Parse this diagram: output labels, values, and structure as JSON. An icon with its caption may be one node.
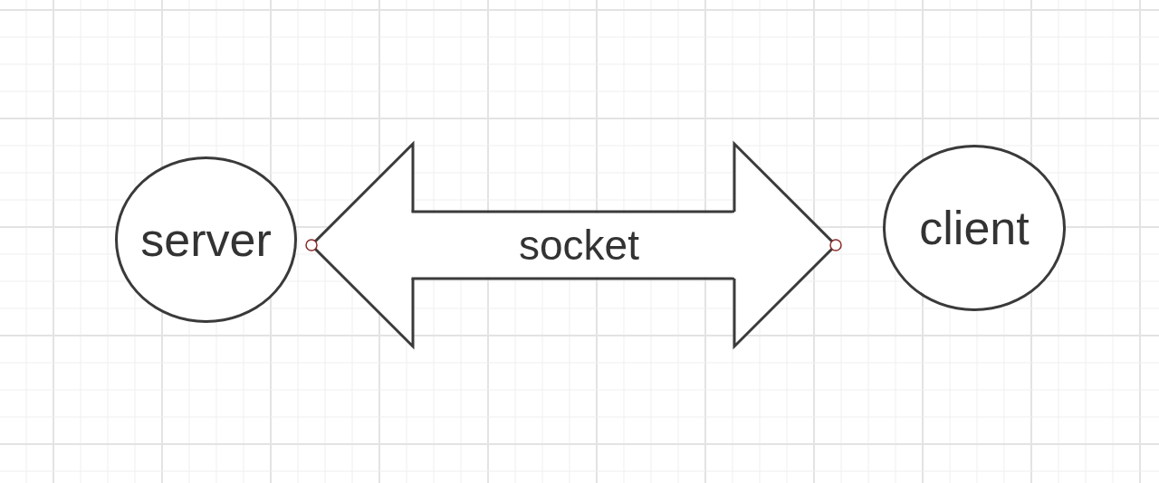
{
  "diagram": {
    "nodes": [
      {
        "text": [
          "server"
        ]
      },
      {
        "text": [
          "client"
        ]
      }
    ],
    "edges": [
      {
        "from": 0,
        "to": 1,
        "arrow": "both",
        "label": "socket"
      }
    ]
  }
}
